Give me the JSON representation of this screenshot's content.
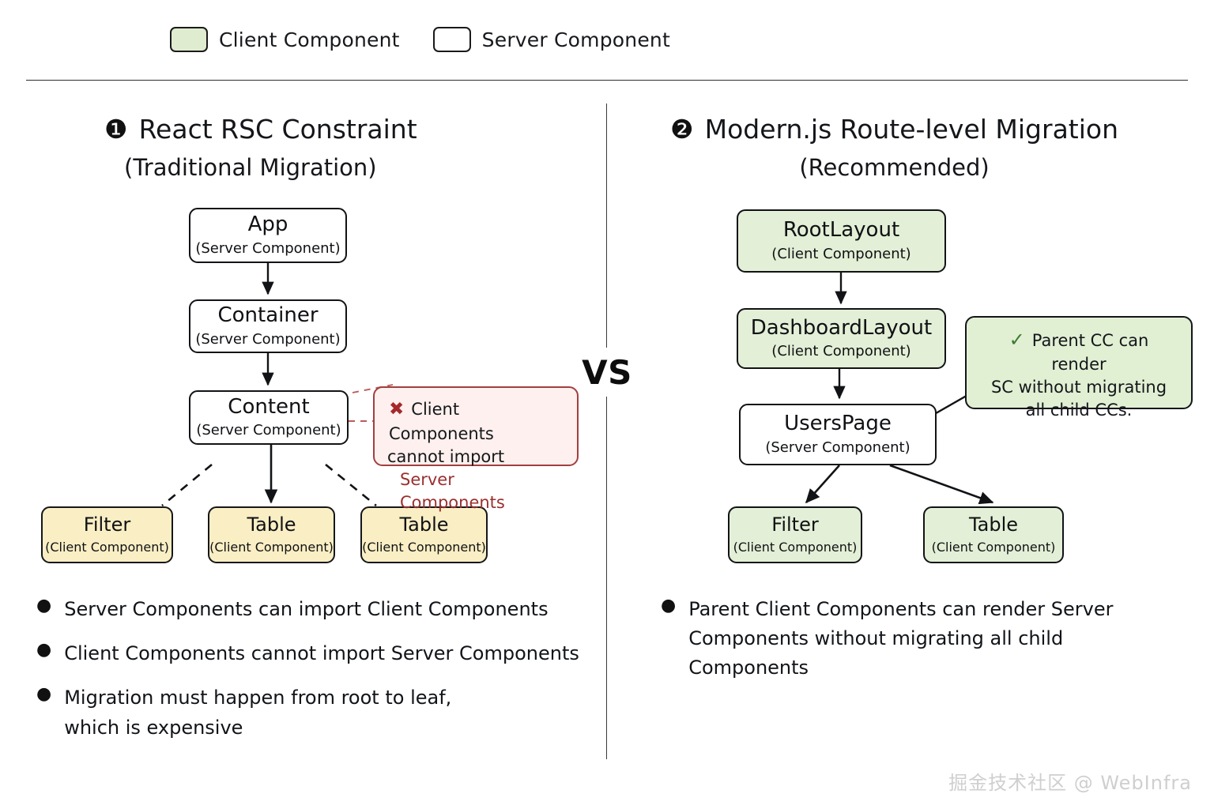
{
  "legend": {
    "items": [
      {
        "icon": "client-swatch",
        "label": "Client Component"
      },
      {
        "icon": "server-swatch",
        "label": "Server Component"
      }
    ]
  },
  "divider": {
    "vs_label": "VS"
  },
  "columns": {
    "left": {
      "badge": "❶",
      "title": "React RSC Constraint",
      "subtitle": "(Traditional Migration)",
      "nodes": [
        {
          "id": "app",
          "name": "App",
          "sub": "(Server Component)",
          "kind": "server"
        },
        {
          "id": "container",
          "name": "Container",
          "sub": "(Server Component)",
          "kind": "server"
        },
        {
          "id": "content",
          "name": "Content",
          "sub": "(Server Component)",
          "kind": "server"
        },
        {
          "id": "filter",
          "name": "Filter",
          "sub": "(Client Component)",
          "kind": "pending"
        },
        {
          "id": "table1",
          "name": "Table",
          "sub": "(Client Component)",
          "kind": "pending"
        },
        {
          "id": "table2",
          "name": "Table",
          "sub": "(Client Component)",
          "kind": "pending"
        }
      ],
      "callout": {
        "icon": "x-mark-icon",
        "line1": "Client Components",
        "line2": "cannot import",
        "line3": "Server Components"
      },
      "bullets": [
        "Server Components can import Client Components",
        "Client Components cannot import Server Components",
        "Migration must happen from root to leaf,\nwhich is expensive"
      ]
    },
    "right": {
      "badge": "❷",
      "title": "Modern.js Route-level Migration",
      "subtitle": "(Recommended)",
      "nodes": [
        {
          "id": "rootlayout",
          "name": "RootLayout",
          "sub": "(Client Component)",
          "kind": "client"
        },
        {
          "id": "dashboardlayout",
          "name": "DashboardLayout",
          "sub": "(Client Component)",
          "kind": "client"
        },
        {
          "id": "userspage",
          "name": "UsersPage",
          "sub": "(Server Component)",
          "kind": "server"
        },
        {
          "id": "filter",
          "name": "Filter",
          "sub": "(Client Component)",
          "kind": "client"
        },
        {
          "id": "table",
          "name": "Table",
          "sub": "(Client Component)",
          "kind": "client"
        }
      ],
      "callout": {
        "icon": "check-mark-icon",
        "line1": "Parent CC can render",
        "line2": "SC without migrating",
        "line3": "all child CCs."
      },
      "bullets": [
        "Parent Client Components can render Server\nComponents without migrating all child Components"
      ]
    }
  },
  "watermark": "掘金技术社区 @ WebInfra",
  "colors": {
    "client_fill": "#e3efd6",
    "pending_fill": "#faeec4",
    "server_fill": "#ffffff",
    "stroke": "#111316",
    "error_fill": "#fdf0ee",
    "error_stroke": "#a23f3f",
    "error_text": "#9b2f2f",
    "check_green": "#3c7a33",
    "watermark": "#cfcfcf"
  }
}
